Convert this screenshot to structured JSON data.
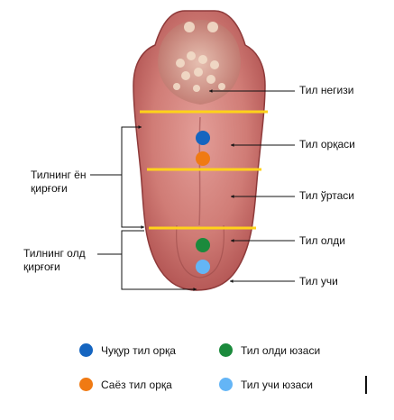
{
  "labels": {
    "root": "Тил негизи",
    "back": "Тил орқаси",
    "middle": "Тил ўртаси",
    "front": "Тил олди",
    "tip": "Тил учи",
    "side_edge_line1": "Тилнинг ён",
    "side_edge_line2": "қирғоғи",
    "front_edge_line1": "Тилнинг олд",
    "front_edge_line2": "қирғоғи"
  },
  "legend": [
    {
      "label": "Чуқур тил орқа",
      "color": "#1565c0"
    },
    {
      "label": "Тил олди юзаси",
      "color": "#1b8a3c"
    },
    {
      "label": "Саёз тил орқа",
      "color": "#f07a13"
    },
    {
      "label": "Тил учи юзаси",
      "color": "#64b5f6"
    }
  ],
  "colors": {
    "zone_line": "#ffd21a",
    "tongue_base": "#c55a5a",
    "tongue_light": "#dc8b86",
    "leader_line": "#111111"
  }
}
